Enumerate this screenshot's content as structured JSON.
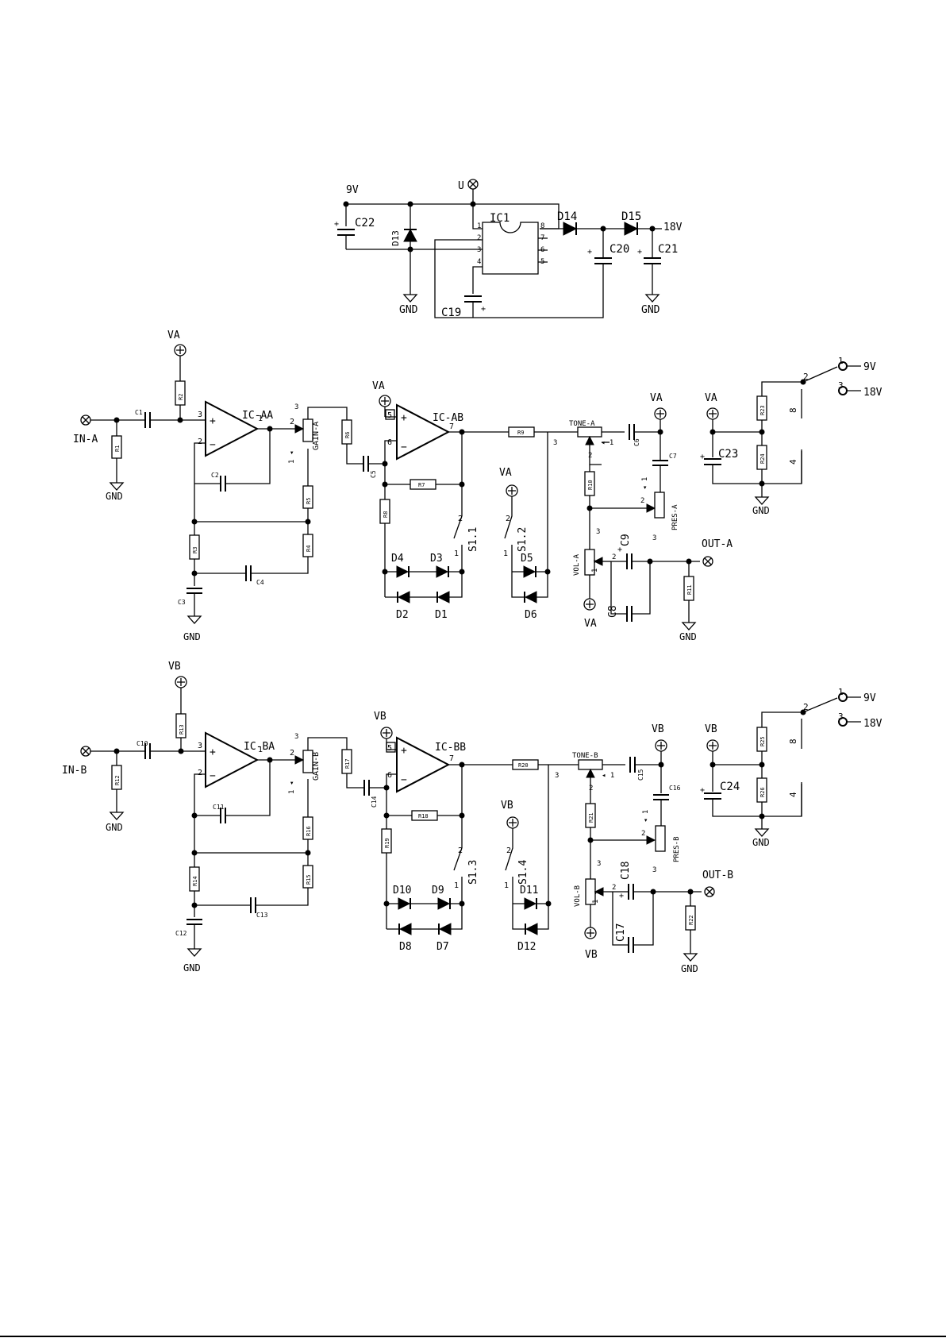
{
  "supply": {
    "ic1": "IC1",
    "v9": "9V",
    "v18": "18V",
    "u": "U",
    "gnd": "GND",
    "c22": "C22",
    "c19": "C19",
    "c20": "C20",
    "c21": "C21",
    "d13": "D13",
    "d14": "D14",
    "d15": "D15",
    "pins": [
      "1",
      "2",
      "3",
      "4",
      "8",
      "7",
      "6",
      "5"
    ]
  },
  "channel_a": {
    "in": "IN-A",
    "out": "OUT-A",
    "rail": "VA",
    "gnd": "GND",
    "op1": "IC-AA",
    "op2": "IC-AB",
    "gain": "GAIN-A",
    "tone": "TONE-A",
    "pres": "PRES-A",
    "vol": "VOL-A",
    "r": [
      "R1",
      "R2",
      "R3",
      "R4",
      "R5",
      "R6",
      "R7",
      "R8",
      "R9",
      "R10",
      "R11",
      "R23",
      "R24"
    ],
    "c": [
      "C1",
      "C2",
      "C3",
      "C4",
      "C5",
      "C6",
      "C7",
      "C8",
      "C9",
      "C23"
    ],
    "d": [
      "D1",
      "D2",
      "D3",
      "D4",
      "D5",
      "D6"
    ],
    "s": [
      "S1.1",
      "S1.2"
    ],
    "sw_v9": "9V",
    "sw_v18": "18V"
  },
  "channel_b": {
    "in": "IN-B",
    "out": "OUT-B",
    "rail": "VB",
    "gnd": "GND",
    "op1": "IC-BA",
    "op2": "IC-BB",
    "gain": "GAIN-B",
    "tone": "TONE-B",
    "pres": "PRES-B",
    "vol": "VOL-B",
    "r": [
      "R12",
      "R13",
      "R14",
      "R15",
      "R16",
      "R17",
      "R18",
      "R19",
      "R20",
      "R21",
      "R22",
      "R25",
      "R26"
    ],
    "c": [
      "C10",
      "C11",
      "C12",
      "C13",
      "C14",
      "C15",
      "C16",
      "C17",
      "C18",
      "C24"
    ],
    "d": [
      "D7",
      "D8",
      "D9",
      "D10",
      "D11",
      "D12"
    ],
    "s": [
      "S1.3",
      "S1.4"
    ],
    "sw_v9": "9V",
    "sw_v18": "18V"
  },
  "pin_labels": {
    "p1": "1",
    "p2": "2",
    "p3": "3",
    "p4": "4",
    "p5": "5",
    "p6": "6",
    "p7": "7",
    "p8": "8"
  }
}
